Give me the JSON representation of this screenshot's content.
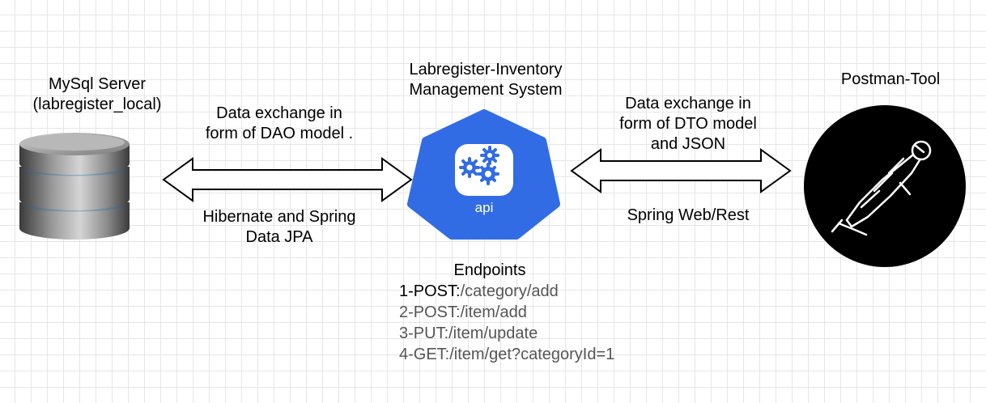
{
  "database": {
    "title_line1": "MySql Server",
    "title_line2": "(labregister_local)",
    "icon": "database-icon"
  },
  "system": {
    "title_line1": "Labregister-Inventory",
    "title_line2": "Management System",
    "icon": "kubernetes-api-icon",
    "icon_text": "api",
    "color": "#326ce5"
  },
  "postman": {
    "title": "Postman-Tool",
    "icon": "postman-logo-icon"
  },
  "left_connection": {
    "top_line1": "Data exchange in",
    "top_line2": "form of DAO model .",
    "bottom_line1": "Hibernate and Spring",
    "bottom_line2": "Data JPA"
  },
  "right_connection": {
    "top_line1": "Data exchange in",
    "top_line2": "form of DTO model",
    "top_line3": "and JSON",
    "bottom_line1": "Spring Web/Rest"
  },
  "endpoints": {
    "heading": "Endpoints",
    "items": [
      {
        "method": "1-POST:",
        "path": "/category/add"
      },
      {
        "method": "2-POST:",
        "path": "/item/add"
      },
      {
        "method": "3-PUT:",
        "path": "/item/update"
      },
      {
        "method": "4-GET:",
        "path": "/item/get?categoryId=1"
      }
    ]
  }
}
